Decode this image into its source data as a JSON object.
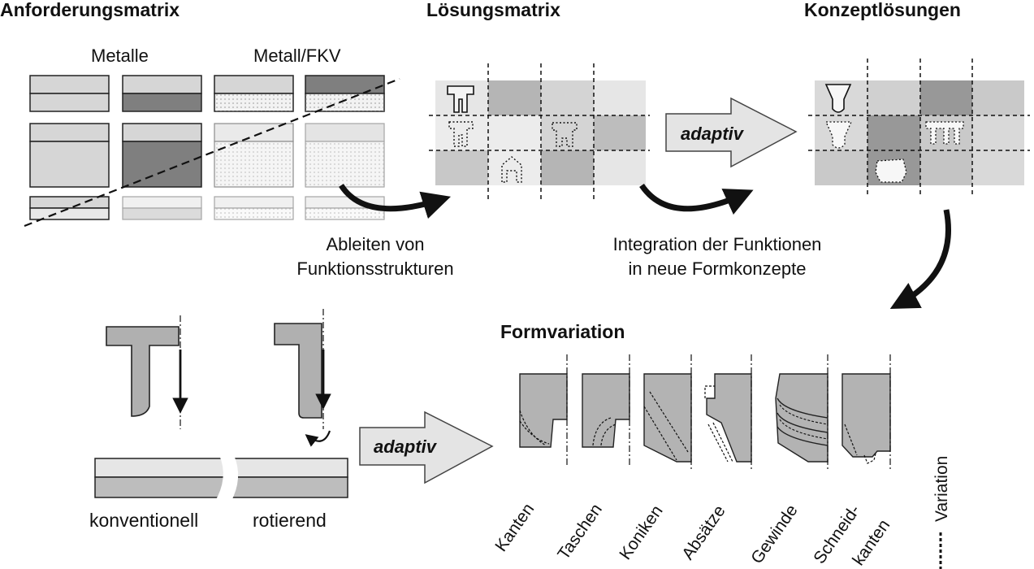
{
  "headings": {
    "requirements": "Anforderungsmatrix",
    "solution": "Lösungsmatrix",
    "concepts": "Konzeptlösungen",
    "form_variation": "Formvariation"
  },
  "requirements_matrix": {
    "col_group_metals": "Metalle",
    "col_group_hybrid": "Metall/FKV"
  },
  "steps": {
    "derive_line1": "Ableiten von",
    "derive_line2": "Funktionsstrukturen",
    "integrate_line1": "Integration der Funktionen",
    "integrate_line2": "in neue Formkonzepte"
  },
  "arrows": {
    "adaptive_top": "adaptiv",
    "adaptive_bottom": "adaptiv"
  },
  "tool_motion": {
    "conventional": "konventionell",
    "rotating": "rotierend"
  },
  "variations": {
    "edges": "Kanten",
    "pockets": "Taschen",
    "cones": "Koniken",
    "steps": "Absätze",
    "threads": "Gewinde",
    "cutting_edges_line1": "Schneid-",
    "cutting_edges_line2": "kanten",
    "legend": "Variation"
  },
  "colors": {
    "dark": "#808080",
    "mid": "#a9a9a9",
    "light": "#cfcfcf",
    "pale": "#e6e6e6",
    "stroke": "#1a1a1a"
  }
}
